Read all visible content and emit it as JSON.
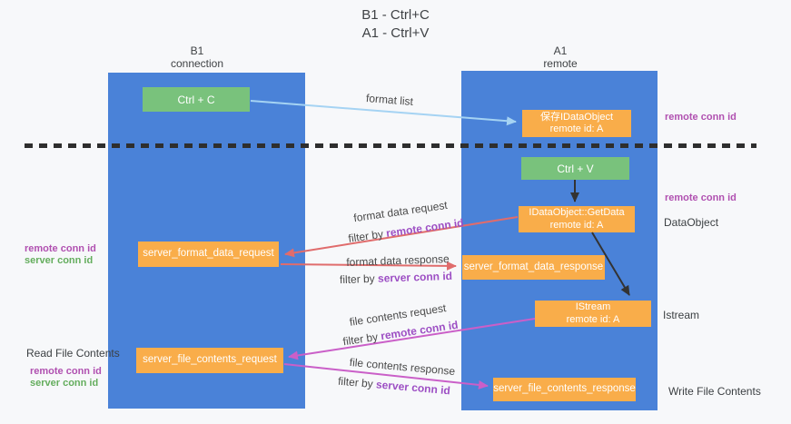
{
  "title": {
    "line1": "B1 - Ctrl+C",
    "line2": "A1 - Ctrl+V"
  },
  "lifelines": {
    "left": {
      "title": "B1",
      "subtitle": "connection"
    },
    "right": {
      "title": "A1",
      "subtitle": "remote"
    }
  },
  "boxes": {
    "ctrl_c": {
      "label": "Ctrl + C"
    },
    "ctrl_v": {
      "label": "Ctrl + V"
    },
    "save_dataobject": {
      "line1": "保存IDataObject",
      "line2": "remote id: A"
    },
    "getdata": {
      "line1": "IDataObject::GetData",
      "line2": "remote id: A"
    },
    "istream": {
      "line1": "IStream",
      "line2": "remote id: A"
    },
    "server_format_data_request": {
      "label": "server_format_data_request"
    },
    "server_format_data_response": {
      "label": "server_format_data_response"
    },
    "server_file_contents_request": {
      "label": "server_file_contents_request"
    },
    "server_file_contents_response": {
      "label": "server_file_contents_response"
    }
  },
  "messages": {
    "format_list": {
      "label": "format list"
    },
    "format_data_request": {
      "label": "format data request",
      "filter_prefix": "filter by ",
      "filter_key": "remote conn id"
    },
    "format_data_response": {
      "label": "format data response",
      "filter_prefix": "filter by ",
      "filter_key": "server conn id"
    },
    "file_contents_request": {
      "label": "file contents request",
      "filter_prefix": "filter by ",
      "filter_key": "remote conn id"
    },
    "file_contents_response": {
      "label": "file contents response",
      "filter_prefix": "filter by ",
      "filter_key": "server conn id"
    }
  },
  "annotations": {
    "right_remote_conn_id_top": "remote conn id",
    "right_remote_conn_id_mid": "remote conn id",
    "dataobject": "DataObject",
    "istream": "Istream",
    "write_file_contents": "Write File Contents",
    "left_remote_conn_id_top": "remote conn id",
    "left_server_conn_id_top": "server conn id",
    "read_file_contents": "Read File Contents",
    "left_remote_conn_id_bottom": "remote conn id",
    "left_server_conn_id_bottom": "server conn id"
  },
  "colors": {
    "lifeline_blue": "#4a82d8",
    "box_green": "#79c27c",
    "box_orange": "#f9ad4a",
    "arrow_blue": "#a5d3f3",
    "arrow_red": "#e06c6c",
    "arrow_magenta": "#ca5fc8",
    "arrow_black": "#333333",
    "filter_purple": "#9d4fc4",
    "side_purple": "#b050b0",
    "side_green": "#64ad5d"
  }
}
